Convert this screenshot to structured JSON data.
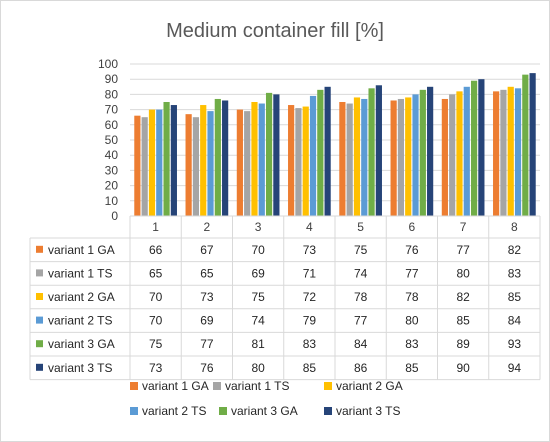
{
  "chart_data": {
    "type": "bar",
    "title": "Medium container fill [%]",
    "categories": [
      "1",
      "2",
      "3",
      "4",
      "5",
      "6",
      "7",
      "8"
    ],
    "ylim": [
      0,
      100
    ],
    "yticks": [
      0,
      10,
      20,
      30,
      40,
      50,
      60,
      70,
      80,
      90,
      100
    ],
    "grid": true,
    "legend": "bottom",
    "data_table": true,
    "series": [
      {
        "name": "variant 1 GA",
        "color": "#ED7D31",
        "values": [
          66,
          67,
          70,
          73,
          75,
          76,
          77,
          82
        ]
      },
      {
        "name": "variant 1 TS",
        "color": "#A5A5A5",
        "values": [
          65,
          65,
          69,
          71,
          74,
          77,
          80,
          83
        ]
      },
      {
        "name": "variant 2 GA",
        "color": "#FFC000",
        "values": [
          70,
          73,
          75,
          72,
          78,
          78,
          82,
          85
        ]
      },
      {
        "name": "variant 2 TS",
        "color": "#5B9BD5",
        "values": [
          70,
          69,
          74,
          79,
          77,
          80,
          85,
          84
        ]
      },
      {
        "name": "variant 3 GA",
        "color": "#70AD47",
        "values": [
          75,
          77,
          81,
          83,
          84,
          83,
          89,
          93
        ]
      },
      {
        "name": "variant 3 TS",
        "color": "#264478",
        "values": [
          73,
          76,
          80,
          85,
          86,
          85,
          90,
          94
        ]
      }
    ]
  }
}
